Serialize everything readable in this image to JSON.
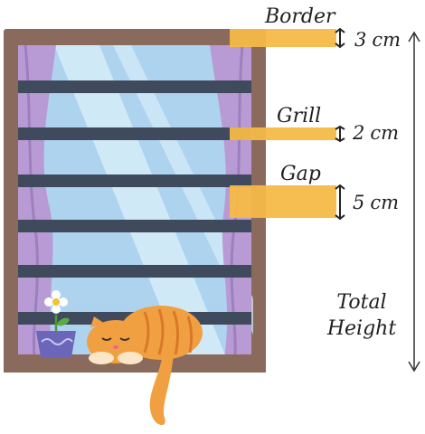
{
  "labels": {
    "border": "Border",
    "grill": "Grill",
    "gap": "Gap",
    "total_line1": "Total",
    "total_line2": "Height"
  },
  "measurements": {
    "border": {
      "value": "3",
      "unit": "cm"
    },
    "grill": {
      "value": "2",
      "unit": "cm"
    },
    "gap": {
      "value": "5",
      "unit": "cm"
    }
  },
  "colors": {
    "frame": "#8a6a5c",
    "frame_inner": "#a08070",
    "glass": "#aed3ef",
    "glass_light": "#d6ecf8",
    "grill": "#3f4a5c",
    "curtain": "#b89bd4",
    "highlight_band": "#f5b947",
    "cat": "#f0a040",
    "cat_stripe": "#d9782a",
    "pot": "#6b66b8",
    "arrow": "#333333"
  },
  "icons": {
    "cat": "sleeping-cat-icon",
    "flower": "flower-pot-icon",
    "bracket": "dimension-bracket-icon",
    "arrow": "double-arrow-icon"
  }
}
